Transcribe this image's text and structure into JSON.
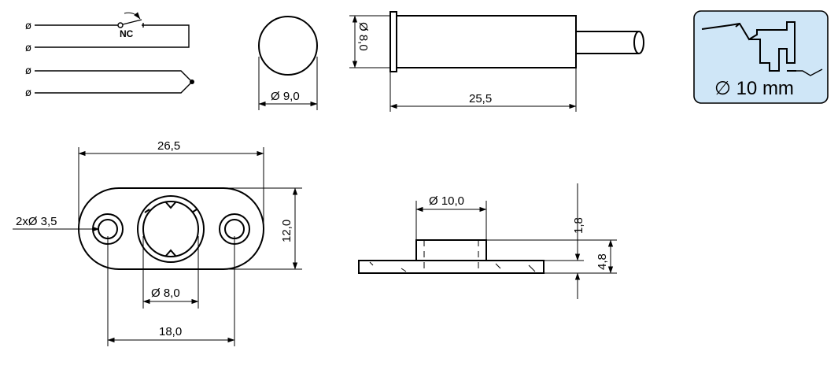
{
  "wiring": {
    "terminal_symbol": "ø",
    "contact_label": "NC"
  },
  "dimensions": {
    "head_diameter": "Ø 9,0",
    "body_diameter": "Ø 8,0",
    "body_length": "25,5",
    "flange_length": "26,5",
    "flange_width": "12,0",
    "mount_holes": "2xØ 3,5",
    "center_bore": "Ø 8,0",
    "hole_spacing": "18,0",
    "magnet_diameter": "Ø 10,0",
    "magnet_height": "1,8",
    "total_height": "4,8"
  },
  "badge": {
    "label": "∅ 10  mm",
    "background": "#cfe6f7",
    "border": "#000000"
  },
  "colors": {
    "stroke": "#000000",
    "background": "#ffffff"
  }
}
